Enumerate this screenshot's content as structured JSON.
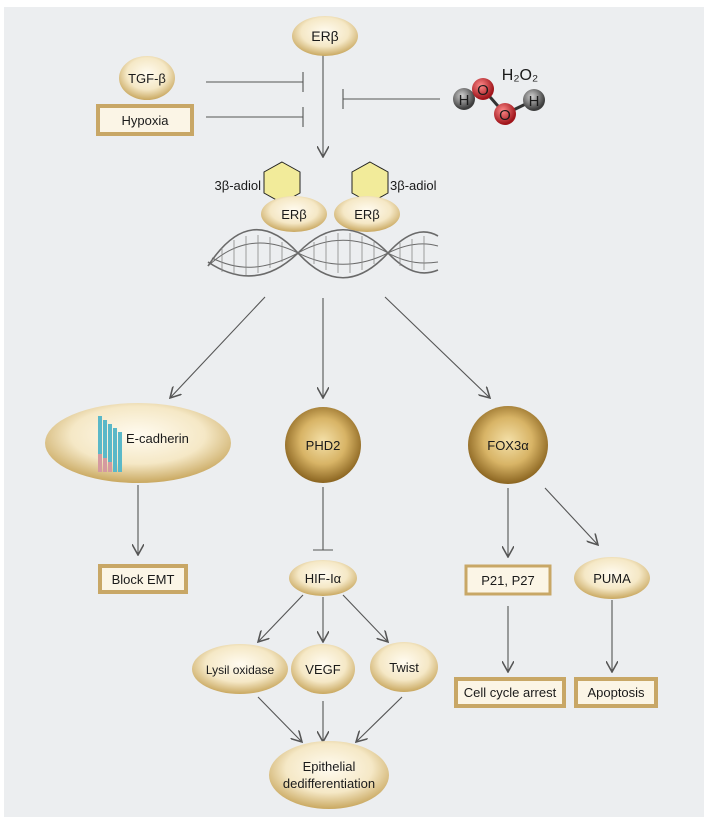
{
  "nodes": {
    "erb_top": "ERβ",
    "tgfb": "TGF-β",
    "hypoxia": "Hypoxia",
    "h2o2": "H₂O₂",
    "h2o2_atom_h1": "H",
    "h2o2_atom_o1": "O",
    "h2o2_atom_o2": "O",
    "h2o2_atom_h2": "H",
    "adiol_left": "3β-adiol",
    "adiol_right": "3β-adiol",
    "erb_dimer_left": "ERβ",
    "erb_dimer_right": "ERβ",
    "ecadherin": "E-cadherin",
    "phd2": "PHD2",
    "fox3a": "FOX3α",
    "block_emt": "Block EMT",
    "hif1a": "HIF-Iα",
    "p21p27": "P21, P27",
    "puma": "PUMA",
    "lysil": "Lysil oxidase",
    "vegf": "VEGF",
    "twist": "Twist",
    "cell_cycle": "Cell cycle arrest",
    "apoptosis": "Apoptosis",
    "epithelial_line1": "Epithelial",
    "epithelial_line2": "dedifferentiation"
  },
  "colors": {
    "panel": "#eceef0",
    "oval_light": "#fdf6e3",
    "oval_mid": "#ead8ab",
    "oval_dark": "#c9a860",
    "box_fill": "#fbf5e6",
    "box_border": "#c8a766",
    "hexagon": "#f2eb9a",
    "oxygen": "#c0282d",
    "hydrogen": "#6d6d6d",
    "line": "#555555",
    "membrane_cyan": "#5ab8c8",
    "membrane_pink": "#d49aa0"
  }
}
